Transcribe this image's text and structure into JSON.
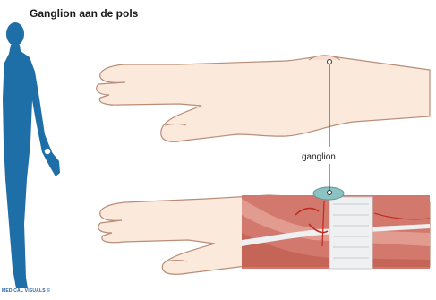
{
  "header": {
    "title": "Ganglion aan de pols"
  },
  "annotations": {
    "ganglion_label": "ganglion"
  },
  "footer": {
    "credit": "MEDICAL VISUALS ©"
  },
  "colors": {
    "silhouette": "#1e6ea8",
    "skin": "#fbe9db",
    "skin_outline": "#b98d78",
    "muscle": "#d2786c",
    "tendon": "#e9ecef",
    "cyst": "#8cc2c1",
    "callout_line": "#333333"
  },
  "icons": {
    "body_silhouette": "body-silhouette-icon",
    "location_marker": "location-marker-icon"
  }
}
